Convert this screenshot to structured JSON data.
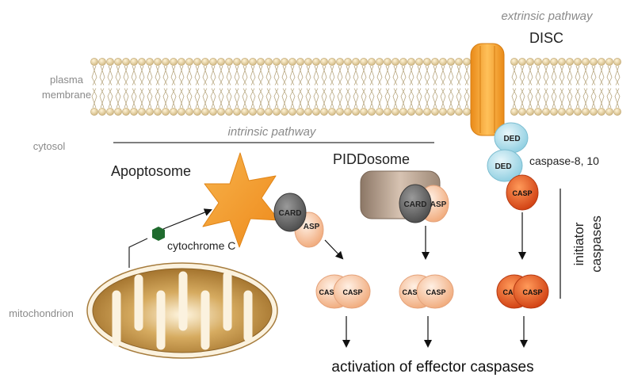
{
  "compartments": {
    "plasma_membrane_line1": "plasma",
    "plasma_membrane_line2": "membrane",
    "cytosol": "cytosol",
    "mitochondrion": "mitochondrion"
  },
  "pathways": {
    "extrinsic": "extrinsic pathway",
    "intrinsic": "intrinsic pathway"
  },
  "complexes": {
    "disc": "DISC",
    "apoptosome": "Apoptosome",
    "piddosome": "PIDDosome"
  },
  "molecules": {
    "cytochrome_c": "cytochrome C",
    "caspase_8_10": "caspase-8, 10",
    "card_apoptosome": "CARD",
    "casp_apoptosome": "ASP",
    "card_piddosome": "CARD",
    "casp_piddosome": "ASP",
    "ded_top": "DED",
    "ded_bottom": "DED",
    "casp_disc": "CASP",
    "dimer_left_a": "CAS",
    "dimer_left_b": "CASP",
    "dimer_mid_a": "CAS",
    "dimer_mid_b": "CASP",
    "dimer_right_a": "CA",
    "dimer_right_b": "CASP"
  },
  "side_labels": {
    "initiator_line1": "initiator",
    "initiator_line2": "caspases"
  },
  "outcome": "activation of effector caspases",
  "colors": {
    "membrane_head": "#e6d3a8",
    "star": "#f39a2c",
    "disc_receptor": "#f5a83a",
    "ded": "#a9dbe7",
    "peach": "#f7c3a0",
    "red_casp": "#e8531f",
    "card": "#6e6e6e",
    "mito_outer": "#b98a3e",
    "cyt_c": "#1f6b2e"
  }
}
